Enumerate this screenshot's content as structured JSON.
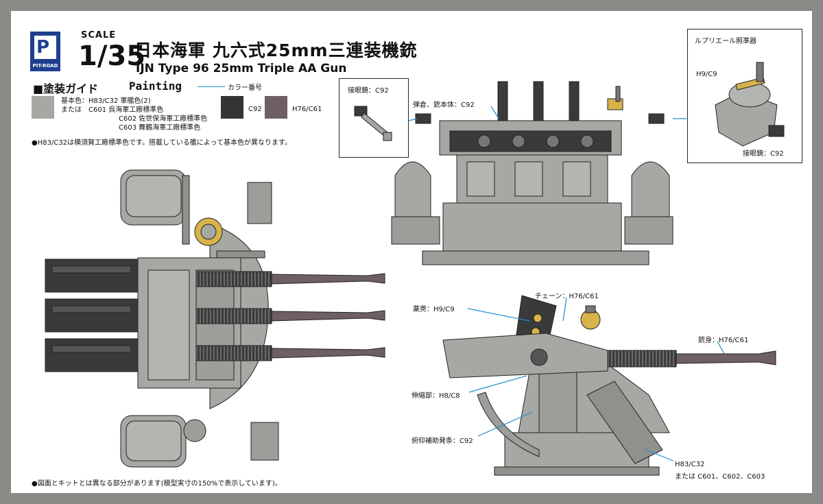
{
  "logo": {
    "brand": "PIT-ROAD"
  },
  "scale": {
    "word": "SCALE",
    "value": "1/35"
  },
  "title": {
    "jp": "日本海軍 九六式25mm三連装機銃",
    "en": "IJN Type 96 25mm Triple AA Gun"
  },
  "section": {
    "jp": "■塗装ガイド",
    "en": "Painting"
  },
  "legend": {
    "color_number_note": "カラー番号",
    "base_line1": "基本色：H83/C32 軍艦色(2)",
    "base_line2": "または　C601 呉海軍工廠標準色",
    "base_line3": "C602 佐世保海軍工廠標準色",
    "base_line4": "C603 舞鶴海軍工廠標準色",
    "swatch2_label": "C92",
    "swatch3_label": "H76/C61",
    "colors": {
      "base": "#a6a8a3",
      "c92": "#343434",
      "h76": "#6e5f62"
    }
  },
  "notes": {
    "base_color_note": "●H83/C32は横須賀工廠標準色です。搭載している艦によって基本色が異なります。",
    "kit_note": "●図面とキットとは異なる部分があります(模型実寸の150%で表示しています)。"
  },
  "callouts": {
    "eyepiece_left": "接眼鏡：C92",
    "magazine_body": "弾倉、銃本体：C92",
    "sight_title": "ルプリエール照準器",
    "sight_h9": "H9/C9",
    "eyepiece_right": "接眼鏡：C92",
    "chain": "チェーン：H76/C61",
    "casing": "薬莢：H9/C9",
    "barrel": "銃身：H76/C61",
    "recoil": "伸縮部：H8/C8",
    "spring": "俯仰補助発条：C92",
    "base_bottom_1": "H83/C32",
    "base_bottom_2": "または C601、C602、C603"
  }
}
